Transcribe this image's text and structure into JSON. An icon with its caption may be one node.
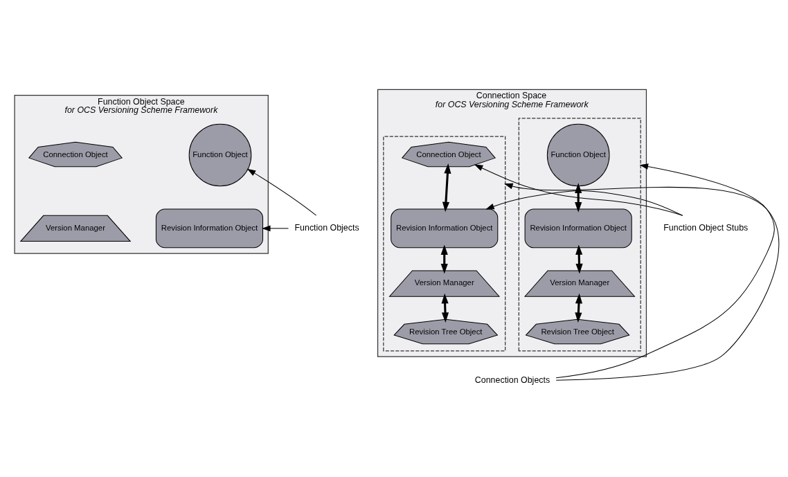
{
  "diagram": {
    "nodes": [
      {
        "text": [
          "Function Object Space",
          "for OCS Versioning Scheme Framework"
        ]
      },
      {
        "text": [
          "Function Object"
        ],
        "in": 0
      },
      {
        "text": [
          "Connection Object"
        ],
        "in": 0
      },
      {
        "text": [
          "Revision Information Object"
        ],
        "in": 0
      },
      {
        "text": [
          "Version Manager"
        ],
        "in": 0
      },
      {
        "text": [
          "Connection Space",
          "for OCS Versioning Scheme Framework"
        ]
      },
      {
        "text": [],
        "shape": "box",
        "in": 5
      },
      {
        "text": [
          "Function Object"
        ],
        "in": 6
      },
      {
        "text": [
          "Revision Information Object"
        ],
        "in": 6
      },
      {
        "text": [
          "Version Manager"
        ],
        "in": 6
      },
      {
        "text": [
          "Revision Tree Object"
        ],
        "in": 6
      },
      {
        "text": [],
        "shape": "box",
        "in": 5
      },
      {
        "text": [
          "Connection Object"
        ],
        "in": 11
      },
      {
        "text": [
          "Revision Information Object"
        ],
        "in": 11
      },
      {
        "text": [
          "Version Manager"
        ],
        "in": 11
      },
      {
        "text": [
          "Revision Tree Object"
        ],
        "in": 11
      },
      {
        "text": [
          "Function Objects"
        ]
      },
      {
        "text": [
          "Function Object Stubs"
        ]
      },
      {
        "text": [
          "Connection Objects"
        ]
      }
    ],
    "edges": [
      {
        "from": 7,
        "to": 8,
        "arrow": "both",
        "style": "thick"
      },
      {
        "from": 8,
        "to": 9,
        "arrow": "both",
        "style": "thick"
      },
      {
        "from": 9,
        "to": 10,
        "arrow": "both",
        "style": "thick"
      },
      {
        "from": 12,
        "to": 13,
        "arrow": "both",
        "style": "thick"
      },
      {
        "from": 13,
        "to": 14,
        "arrow": "both",
        "style": "thick"
      },
      {
        "from": 14,
        "to": 15,
        "arrow": "both",
        "style": "thick"
      },
      {
        "from": 16,
        "to": 1,
        "arrow": "to"
      },
      {
        "from": 16,
        "to": 3,
        "arrow": "to"
      },
      {
        "from": 17,
        "to": 12,
        "arrow": "to"
      },
      {
        "from": 17,
        "to": 13,
        "arrow": "to"
      },
      {
        "from": 18,
        "to": 6,
        "arrow": "to"
      },
      {
        "from": 18,
        "to": 11,
        "arrow": "to"
      }
    ]
  }
}
